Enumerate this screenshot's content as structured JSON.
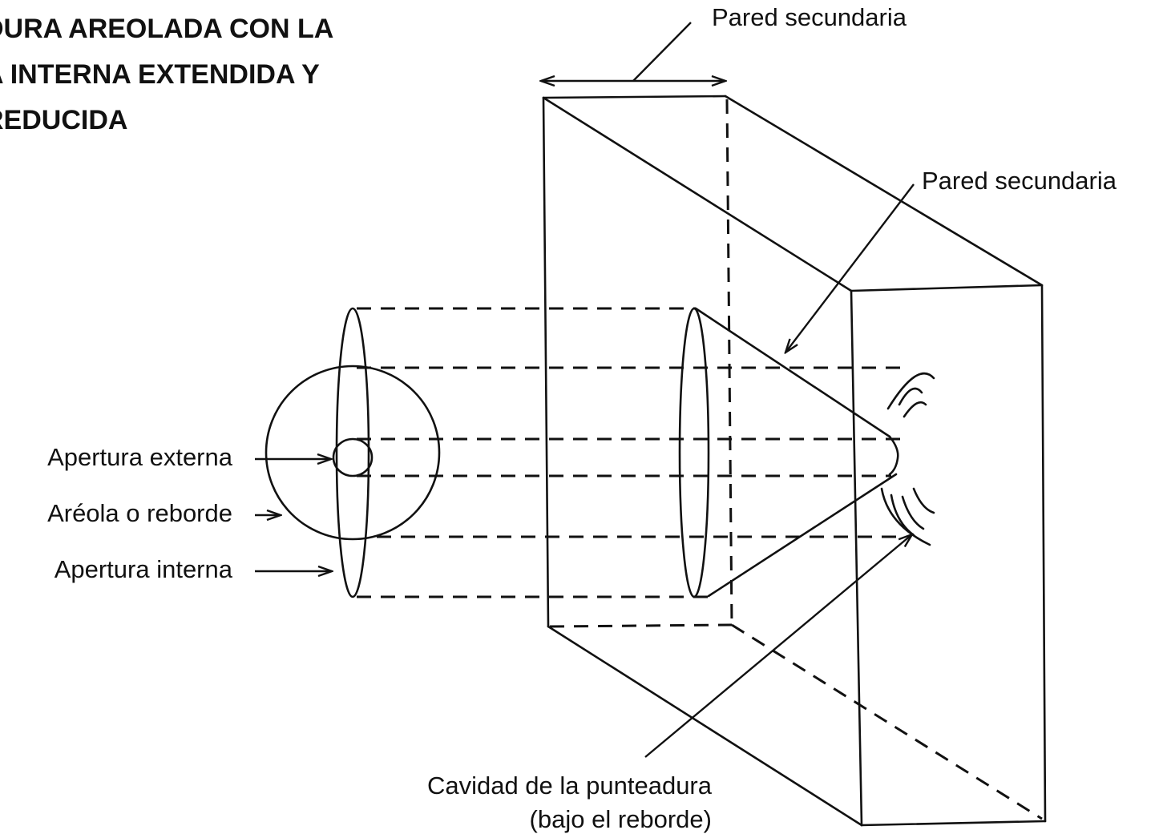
{
  "title": {
    "lines": [
      "DURA AREOLADA CON LA",
      "A INTERNA EXTENDIDA Y",
      "REDUCIDA"
    ]
  },
  "labels": {
    "pared_secundaria_top": "Pared secundaria",
    "pared_secundaria_right": "Pared secundaria",
    "apertura_externa": "Apertura externa",
    "areola_reborde": "Aréola o reborde",
    "apertura_interna": "Apertura interna",
    "cavidad_line1": "Cavidad de la punteadura",
    "cavidad_line2": "(bajo el reborde)"
  }
}
